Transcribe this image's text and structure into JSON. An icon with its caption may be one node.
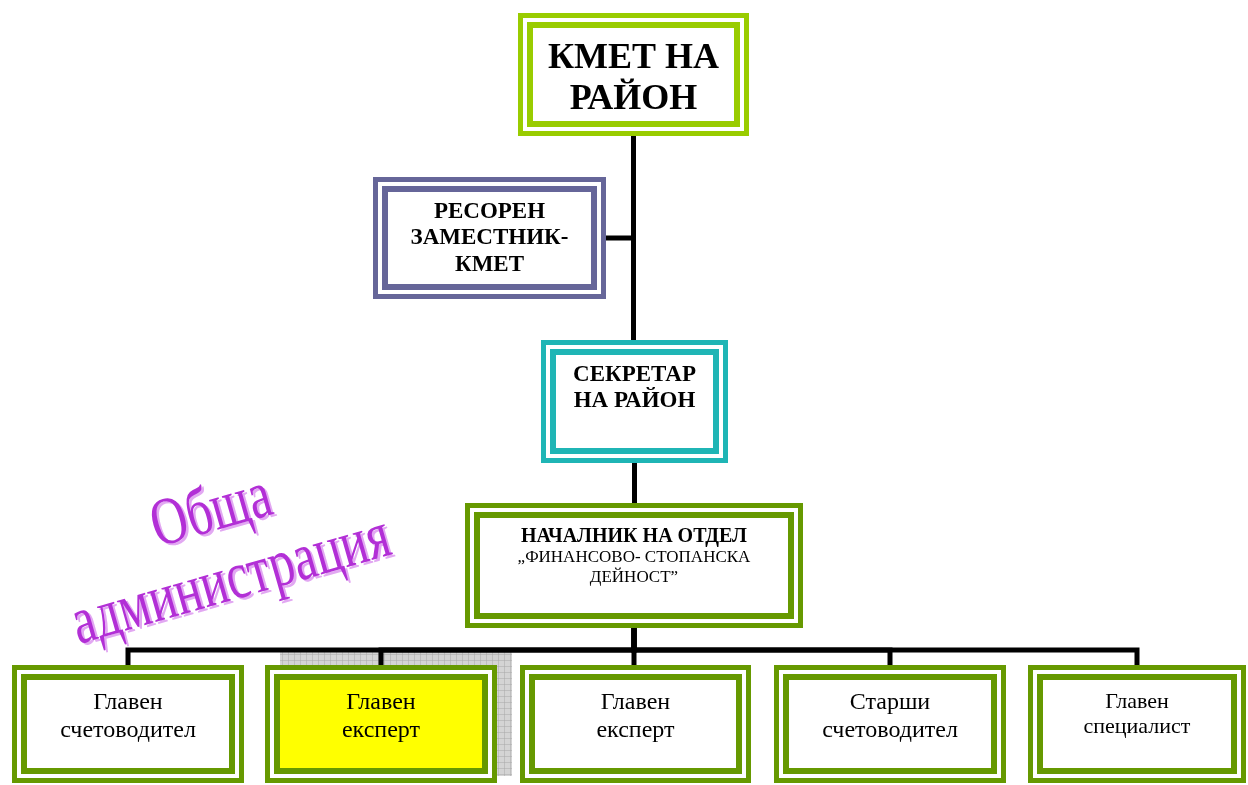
{
  "diagram": {
    "nodes": [
      {
        "text": [
          "КМЕТ НА РАЙОН"
        ]
      },
      {
        "text": [
          "РЕСОРЕН ЗАМЕСТНИК-КМЕТ"
        ]
      },
      {
        "text": [
          "СЕКРЕТАР НА РАЙОН"
        ]
      },
      {
        "text": [
          "НАЧАЛНИК НА ОТДЕЛ",
          "„ФИНАНСОВО- СТОПАНСКА ДЕЙНОСТ”"
        ]
      },
      {
        "text": [
          "Главен счетоводител"
        ]
      },
      {
        "text": [
          "Главен експерт"
        ]
      },
      {
        "text": [
          "Главен експерт"
        ]
      },
      {
        "text": [
          "Старши счетоводител"
        ]
      },
      {
        "text": [
          "Главен специалист"
        ]
      }
    ],
    "edges": [
      {
        "from": 0,
        "to": 1,
        "arrow": "none"
      },
      {
        "from": 0,
        "to": 2,
        "arrow": "none"
      },
      {
        "from": 2,
        "to": 3,
        "arrow": "none"
      },
      {
        "from": 3,
        "to": 4,
        "arrow": "none"
      },
      {
        "from": 3,
        "to": 5,
        "arrow": "none"
      },
      {
        "from": 3,
        "to": 6,
        "arrow": "none"
      },
      {
        "from": 3,
        "to": 7,
        "arrow": "none"
      },
      {
        "from": 3,
        "to": 8,
        "arrow": "none"
      }
    ],
    "labels": [
      "Обща администрация"
    ]
  }
}
